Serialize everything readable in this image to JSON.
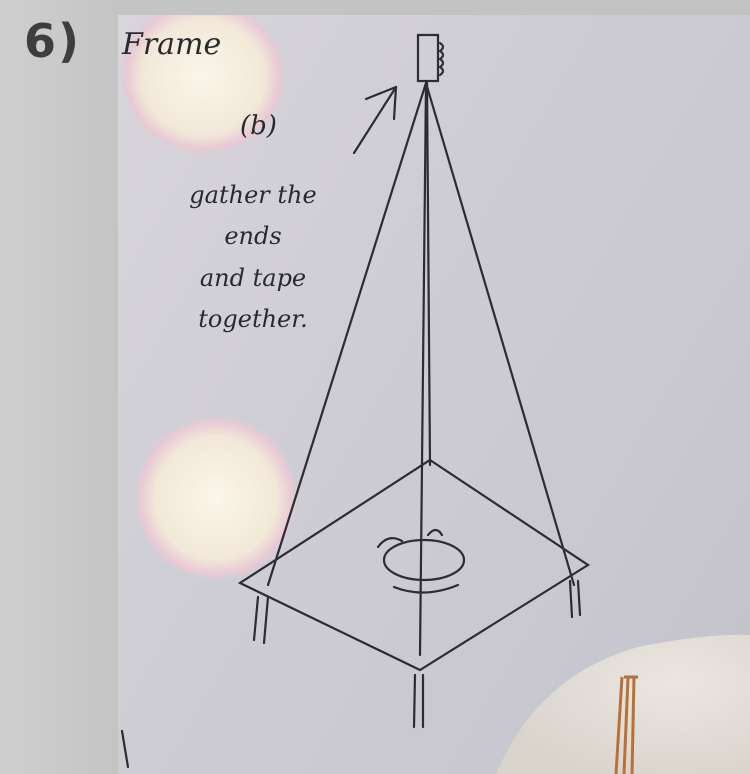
{
  "step": {
    "number": "6)"
  },
  "sketch": {
    "title": "Frame",
    "label": "(b)",
    "instruction_lines": [
      "gather the",
      "ends",
      "and tape",
      "together."
    ]
  },
  "colors": {
    "background": "#c4c4c4",
    "paper": "#d2d0d7",
    "ink": "#2a2a2e",
    "flare": "#f4ecdc",
    "wood": "#b5723d"
  }
}
